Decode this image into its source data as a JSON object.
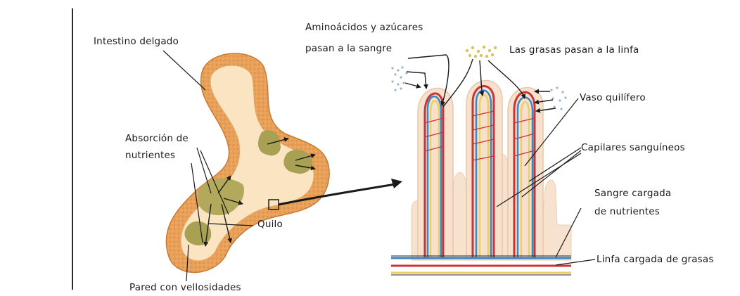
{
  "labels": {
    "intestino": "Intestino delgado",
    "absorcion_1": "Absorción de",
    "absorcion_2": "nutrientes",
    "quilo": "Quilo",
    "pared": "Pared con vellosidades",
    "aminoacidos_1": "Aminoácidos y azúcares",
    "aminoacidos_2": "pasan a la sangre",
    "grasas": "Las grasas pasan a la linfa",
    "vaso": "Vaso quilífero",
    "capilares": "Capilares sanguíneos",
    "sangre_1": "Sangre cargada",
    "sangre_2": "de nutrientes",
    "linfa": "Linfa cargada de grasas"
  },
  "colors": {
    "intestine_wall": "#e39a53",
    "intestine_inner": "#f3c48f",
    "intestine_lumen": "#fbe4c2",
    "chyme": "#a8a052",
    "villus_fill": "#f8e1cc",
    "villus_edge": "#ead0b6",
    "blood_red": "#c8343c",
    "lymph_blue": "#3b86c4",
    "lacteal_yellow": "#e9cf6a",
    "line": "#1a1a1a"
  }
}
